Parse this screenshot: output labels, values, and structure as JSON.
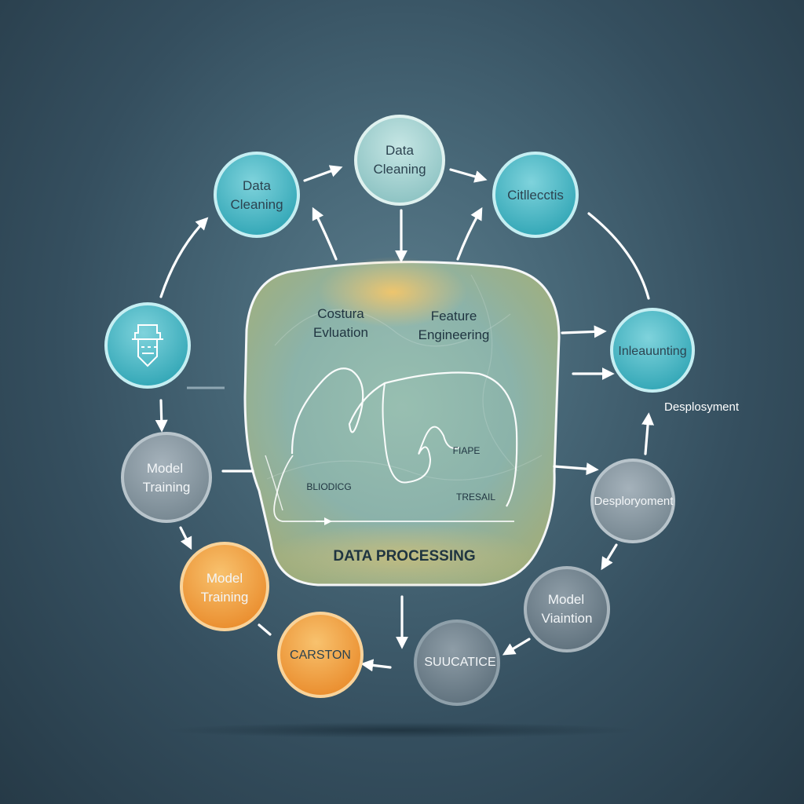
{
  "center": {
    "title": "DATA PROCESSING",
    "label_left_top": [
      "Costura",
      "Evluation"
    ],
    "label_right_top": [
      "Feature",
      "Engineering"
    ],
    "label_small_1": "FIAPE",
    "label_small_2": "BLIODICG",
    "label_small_3": "TRESAIL"
  },
  "nodes": [
    {
      "key": "top",
      "lines": [
        "Data",
        "Cleaning"
      ],
      "color": "#9fd0d0"
    },
    {
      "key": "upper_left",
      "lines": [
        "Data",
        "Cleaning"
      ],
      "color": "#44b6c4"
    },
    {
      "key": "upper_right",
      "lines": [
        "Citllecctis"
      ],
      "color": "#44b6c4"
    },
    {
      "key": "left_icon",
      "lines": [],
      "icon": "document-icon",
      "color": "#37a9b9"
    },
    {
      "key": "right_upper",
      "lines": [
        "Inleauunting"
      ],
      "color": "#3ab3c3"
    },
    {
      "key": "left_grey",
      "lines": [
        "Model",
        "Training"
      ],
      "color": "#8a9aa5"
    },
    {
      "key": "right_grey",
      "lines": [
        "Desploryoment"
      ],
      "color": "#8a9aa5"
    },
    {
      "key": "left_orange",
      "lines": [
        "Model",
        "Training"
      ],
      "color": "#f0a13e"
    },
    {
      "key": "bottom_right",
      "lines": [
        "Model",
        "Viaintion"
      ],
      "color": "#6d7f8b"
    },
    {
      "key": "bottom_orange",
      "lines": [
        "CARSTON"
      ],
      "color": "#f09a36"
    },
    {
      "key": "bottom_grey",
      "lines": [
        "SUUCATICE"
      ],
      "color": "#6f808c"
    }
  ],
  "external_label": "Desplosyment"
}
